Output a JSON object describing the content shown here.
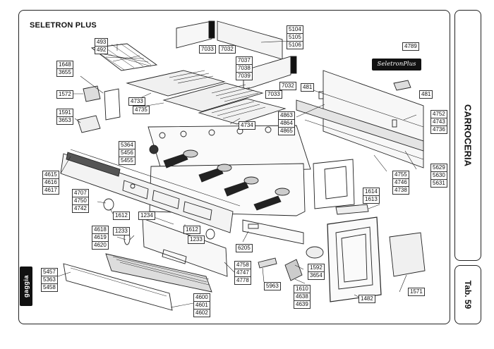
{
  "title": "SELETRON PLUS",
  "section": "CARROCERIA",
  "table": "Tab. 59",
  "brand": "gaggia",
  "badge": "SeletronPlus",
  "labels": [
    [
      "5104",
      "5105",
      "5106"
    ],
    [
      "7033"
    ],
    [
      "7032"
    ],
    [
      "7037",
      "7038",
      "7039"
    ],
    [
      "7032"
    ],
    [
      "7033"
    ],
    [
      "493",
      "492"
    ],
    [
      "1648",
      "3655"
    ],
    [
      "1572"
    ],
    [
      "1591",
      "3653"
    ],
    [
      "4733"
    ],
    [
      "4735"
    ],
    [
      "4789"
    ],
    [
      "481"
    ],
    [
      "481"
    ],
    [
      "4863",
      "4864",
      "4865"
    ],
    [
      "4734"
    ],
    [
      "4752",
      "4743",
      "4736"
    ],
    [
      "5364",
      "5456",
      "5455"
    ],
    [
      "5629",
      "5630",
      "5631"
    ],
    [
      "4755",
      "4746",
      "4738"
    ],
    [
      "4615",
      "4616",
      "4617"
    ],
    [
      "4707",
      "4750",
      "4742"
    ],
    [
      "1614",
      "1613"
    ],
    [
      "1612"
    ],
    [
      "1234"
    ],
    [
      "1233"
    ],
    [
      "1612"
    ],
    [
      "4618",
      "4619",
      "4620"
    ],
    [
      "1233"
    ],
    [
      "6205"
    ],
    [
      "4758",
      "4747",
      "4778"
    ],
    [
      "1592",
      "3654"
    ],
    [
      "1571"
    ],
    [
      "5457",
      "5363",
      "5458"
    ],
    [
      "5963"
    ],
    [
      "1610",
      "4638",
      "4639"
    ],
    [
      "1482"
    ],
    [
      "4600",
      "4601",
      "4602"
    ]
  ]
}
